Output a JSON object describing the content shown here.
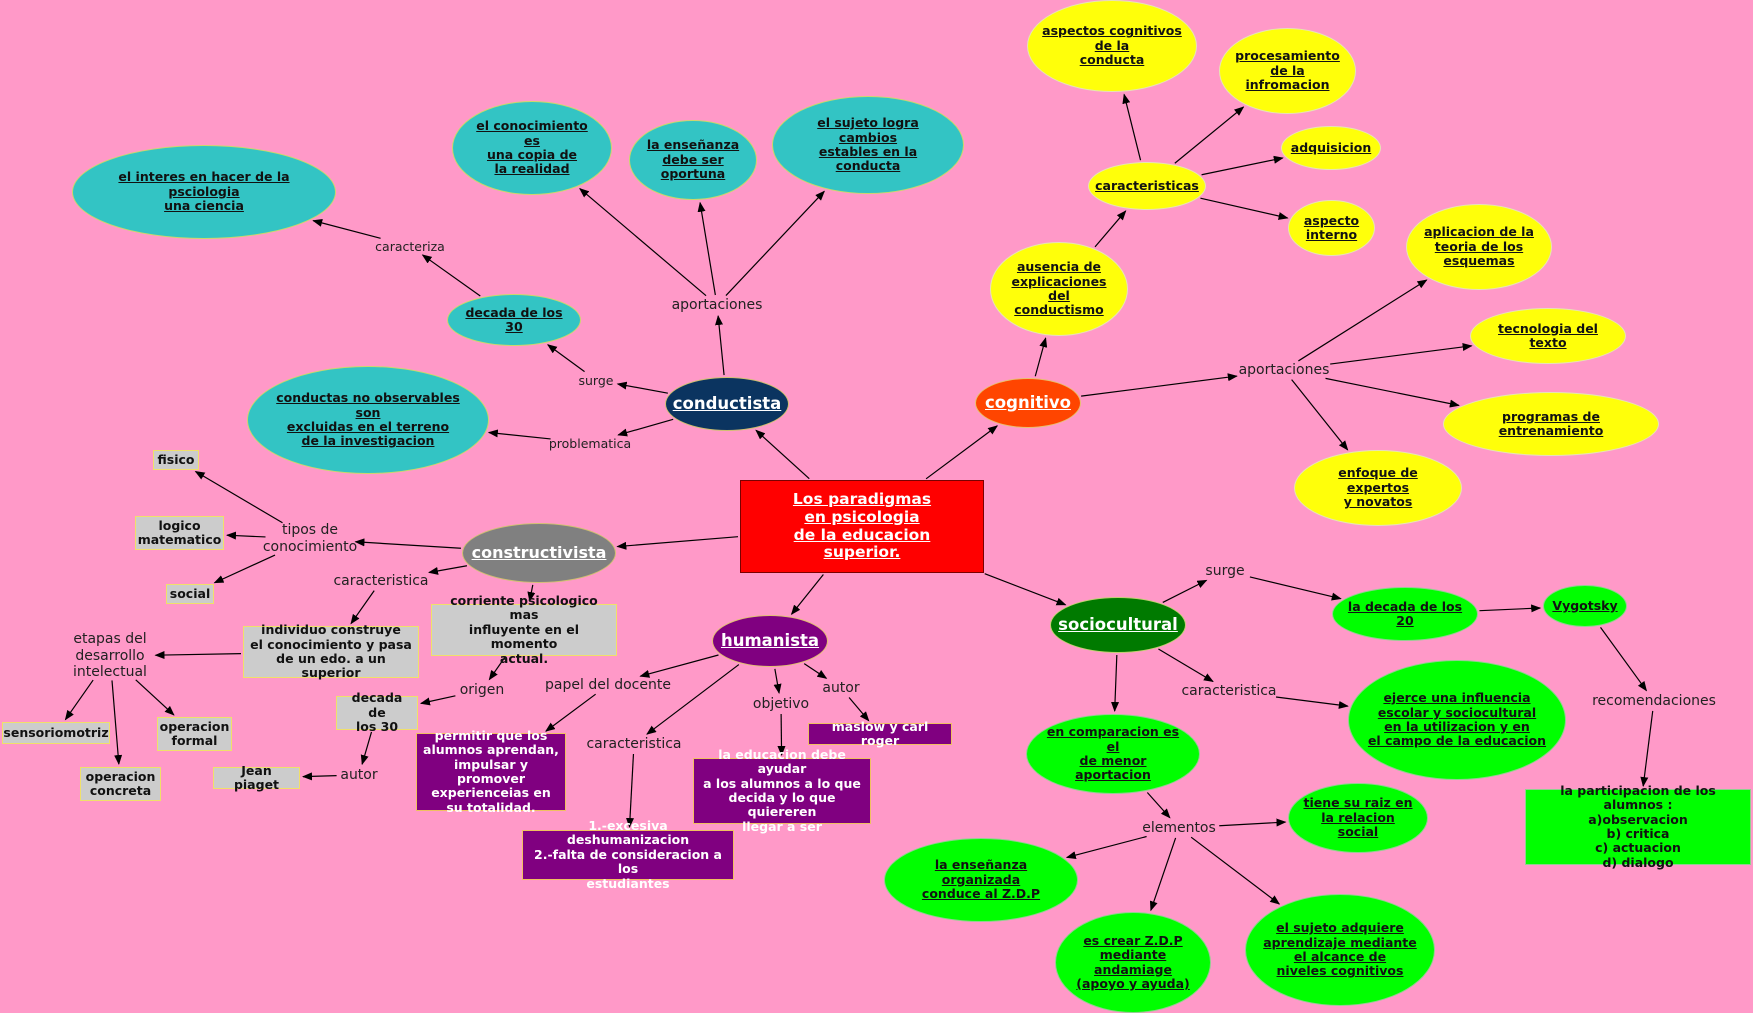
{
  "nodes": [
    {
      "id": "root",
      "text": "Los paradigmas \nen psicologia \nde la educacion \nsuperior."
    },
    {
      "id": "conductista",
      "text": "conductista"
    },
    {
      "id": "cognitivo",
      "text": "cognitivo"
    },
    {
      "id": "constructivista",
      "text": "constructivista"
    },
    {
      "id": "humanista",
      "text": "humanista"
    },
    {
      "id": "sociocultural",
      "text": "sociocultural"
    },
    {
      "id": "c_interes",
      "text": " el interes en hacer de la psciologia\nuna ciencia"
    },
    {
      "id": "c_copia",
      "text": "el conocimiento es \nuna copia de \nla realidad"
    },
    {
      "id": "c_ensenanza",
      "text": "la enseñanza \ndebe ser \noportuna"
    },
    {
      "id": "c_sujeto",
      "text": "el sujeto logra cambios \nestables en la \nconducta"
    },
    {
      "id": "c_decada",
      "text": "decada de los 30"
    },
    {
      "id": "c_noobs",
      "text": "conductas no observables son \nexcluidas en el terreno \nde la investigacion"
    },
    {
      "id": "g_aspectos",
      "text": "aspectos cognitivos \nde la \nconducta"
    },
    {
      "id": "g_procesamiento",
      "text": "procesamiento \nde la \ninfromacion"
    },
    {
      "id": "g_adquisicion",
      "text": "adquisicion"
    },
    {
      "id": "g_aspecto_int",
      "text": "aspecto \ninterno"
    },
    {
      "id": "g_caracteristicas",
      "text": "caracteristicas"
    },
    {
      "id": "g_ausencia",
      "text": "ausencia de \nexplicaciones \ndel \nconductismo"
    },
    {
      "id": "g_aplicacion",
      "text": "aplicacion de la \nteoria de los \nesquemas"
    },
    {
      "id": "g_tecnologia",
      "text": "tecnologia del texto"
    },
    {
      "id": "g_programas",
      "text": "programas de entrenamiento"
    },
    {
      "id": "g_enfoque",
      "text": "enfoque de expertos \ny novatos"
    },
    {
      "id": "k_fisico",
      "text": "fisico"
    },
    {
      "id": "k_logico",
      "text": "logico \nmatematico"
    },
    {
      "id": "k_social",
      "text": "social"
    },
    {
      "id": "k_individuo",
      "text": "individuo construye \nel conocimiento y pasa \nde un edo. a un superior"
    },
    {
      "id": "k_corriente",
      "text": "corriente psicologico mas \ninfluyente en el momento \nactual."
    },
    {
      "id": "k_decada30",
      "text": "decada de \nlos 30"
    },
    {
      "id": "k_piaget",
      "text": "Jean piaget"
    },
    {
      "id": "k_sensorio",
      "text": "sensoriomotriz"
    },
    {
      "id": "k_formal",
      "text": "operacion \nformal"
    },
    {
      "id": "k_concreta",
      "text": "operacion \nconcreta"
    },
    {
      "id": "h_permitir",
      "text": "permitir que los \nalumnos aprendan, \nimpulsar y promover \nexperienceias en \nsu totalidad."
    },
    {
      "id": "h_excesiva",
      "text": "1.-excesiva deshumanizacion \n2.-falta de consideracion a los \nestudiantes"
    },
    {
      "id": "h_objetivo",
      "text": "la educacion debe ayudar \na los alumnos a lo que \ndecida y lo que quiereren \nllegar a ser"
    },
    {
      "id": "h_maslow",
      "text": "maslow y carl roger"
    },
    {
      "id": "s_decada20",
      "text": "la decada de los 20"
    },
    {
      "id": "s_vygotsky",
      "text": "Vygotsky"
    },
    {
      "id": "s_ejerce",
      "text": "ejerce una influencia \nescolar y sociocultural \nen la utilizacion y en \nel campo de la educacion"
    },
    {
      "id": "s_comparacion",
      "text": "en comparacion es el \nde menor aportacion"
    },
    {
      "id": "s_raiz",
      "text": "tiene su raiz en \nla relacion social"
    },
    {
      "id": "s_organizada",
      "text": "la enseñanza organizada \nconduce al Z.D.P"
    },
    {
      "id": "s_crear",
      "text": "es crear Z.D.P \nmediante \nandamiage \n(apoyo y ayuda)"
    },
    {
      "id": "s_adquiere",
      "text": "el sujeto adquiere \naprendizaje mediante \nel alcance de \nniveles cognitivos"
    },
    {
      "id": "s_participacion",
      "text": "la participacion de los alumnos :\na)observacion\nb) critica\nc) actuacion\nd) dialogo"
    }
  ],
  "links": [
    {
      "id": "l_caracteriza",
      "text": "caracteriza"
    },
    {
      "id": "l_aport_cond",
      "text": "aportaciones"
    },
    {
      "id": "l_surge_cond",
      "text": "surge"
    },
    {
      "id": "l_problematica",
      "text": "problematica"
    },
    {
      "id": "l_aport_cog",
      "text": "aportaciones"
    },
    {
      "id": "l_tipos",
      "text": "tipos de \nconocimiento"
    },
    {
      "id": "l_caract_cons",
      "text": "caracteristica"
    },
    {
      "id": "l_etapas",
      "text": "etapas del \ndesarrollo \nintelectual"
    },
    {
      "id": "l_origen",
      "text": "origen"
    },
    {
      "id": "l_autor_cons",
      "text": "autor"
    },
    {
      "id": "l_papel",
      "text": "papel del docente"
    },
    {
      "id": "l_caract_hum",
      "text": "caracteristica"
    },
    {
      "id": "l_objetivo",
      "text": "objetivo"
    },
    {
      "id": "l_autor_hum",
      "text": "autor"
    },
    {
      "id": "l_surge_soc",
      "text": "surge"
    },
    {
      "id": "l_caract_soc",
      "text": "caracteristica"
    },
    {
      "id": "l_recomendaciones",
      "text": "recomendaciones"
    },
    {
      "id": "l_elementos",
      "text": "elementos"
    }
  ],
  "edges": [
    [
      "root",
      "conductista"
    ],
    [
      "root",
      "cognitivo"
    ],
    [
      "root",
      "constructivista"
    ],
    [
      "root",
      "humanista"
    ],
    [
      "root",
      "sociocultural"
    ],
    [
      "conductista",
      "l_aport_cond"
    ],
    [
      "l_aport_cond",
      "c_copia"
    ],
    [
      "l_aport_cond",
      "c_ensenanza"
    ],
    [
      "l_aport_cond",
      "c_sujeto"
    ],
    [
      "conductista",
      "l_surge_cond"
    ],
    [
      "l_surge_cond",
      "c_decada"
    ],
    [
      "c_decada",
      "l_caracteriza"
    ],
    [
      "l_caracteriza",
      "c_interes"
    ],
    [
      "conductista",
      "l_problematica"
    ],
    [
      "l_problematica",
      "c_noobs"
    ],
    [
      "cognitivo",
      "g_ausencia"
    ],
    [
      "g_ausencia",
      "g_caracteristicas"
    ],
    [
      "g_caracteristicas",
      "g_aspectos"
    ],
    [
      "g_caracteristicas",
      "g_procesamiento"
    ],
    [
      "g_caracteristicas",
      "g_adquisicion"
    ],
    [
      "g_caracteristicas",
      "g_aspecto_int"
    ],
    [
      "cognitivo",
      "l_aport_cog"
    ],
    [
      "l_aport_cog",
      "g_aplicacion"
    ],
    [
      "l_aport_cog",
      "g_tecnologia"
    ],
    [
      "l_aport_cog",
      "g_programas"
    ],
    [
      "l_aport_cog",
      "g_enfoque"
    ],
    [
      "constructivista",
      "l_tipos"
    ],
    [
      "l_tipos",
      "k_fisico"
    ],
    [
      "l_tipos",
      "k_logico"
    ],
    [
      "l_tipos",
      "k_social"
    ],
    [
      "constructivista",
      "l_caract_cons"
    ],
    [
      "l_caract_cons",
      "k_individuo"
    ],
    [
      "k_individuo",
      "l_etapas"
    ],
    [
      "l_etapas",
      "k_sensorio"
    ],
    [
      "l_etapas",
      "k_concreta"
    ],
    [
      "l_etapas",
      "k_formal"
    ],
    [
      "constructivista",
      "k_corriente"
    ],
    [
      "k_corriente",
      "l_origen"
    ],
    [
      "l_origen",
      "k_decada30"
    ],
    [
      "k_decada30",
      "l_autor_cons"
    ],
    [
      "l_autor_cons",
      "k_piaget"
    ],
    [
      "humanista",
      "l_papel"
    ],
    [
      "l_papel",
      "h_permitir"
    ],
    [
      "humanista",
      "l_caract_hum"
    ],
    [
      "l_caract_hum",
      "h_excesiva"
    ],
    [
      "humanista",
      "l_objetivo"
    ],
    [
      "l_objetivo",
      "h_objetivo"
    ],
    [
      "humanista",
      "l_autor_hum"
    ],
    [
      "l_autor_hum",
      "h_maslow"
    ],
    [
      "sociocultural",
      "l_surge_soc"
    ],
    [
      "l_surge_soc",
      "s_decada20"
    ],
    [
      "s_decada20",
      "s_vygotsky"
    ],
    [
      "s_vygotsky",
      "l_recomendaciones"
    ],
    [
      "l_recomendaciones",
      "s_participacion"
    ],
    [
      "sociocultural",
      "l_caract_soc"
    ],
    [
      "l_caract_soc",
      "s_ejerce"
    ],
    [
      "sociocultural",
      "s_comparacion"
    ],
    [
      "s_comparacion",
      "l_elementos"
    ],
    [
      "l_elementos",
      "s_raiz"
    ],
    [
      "l_elementos",
      "s_organizada"
    ],
    [
      "l_elementos",
      "s_crear"
    ],
    [
      "l_elementos",
      "s_adquiere"
    ]
  ]
}
